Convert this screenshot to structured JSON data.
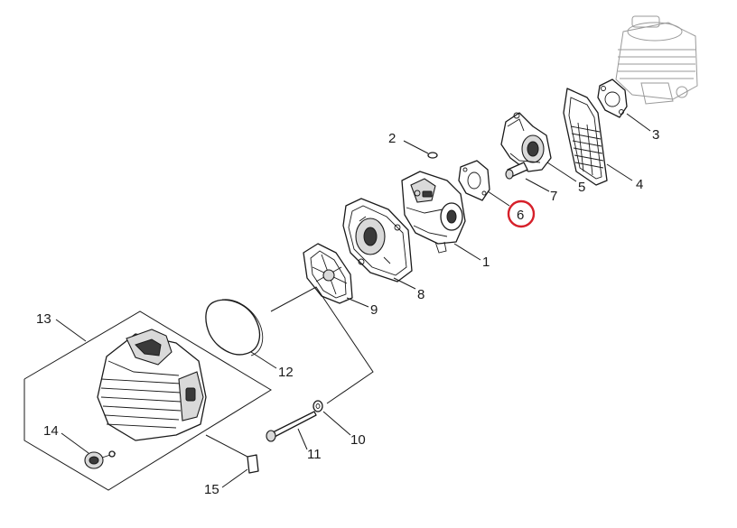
{
  "callouts": [
    {
      "id": "1",
      "label": "1"
    },
    {
      "id": "2",
      "label": "2"
    },
    {
      "id": "3",
      "label": "3"
    },
    {
      "id": "4",
      "label": "4"
    },
    {
      "id": "5",
      "label": "5"
    },
    {
      "id": "6",
      "label": "6"
    },
    {
      "id": "7",
      "label": "7"
    },
    {
      "id": "8",
      "label": "8"
    },
    {
      "id": "9",
      "label": "9"
    },
    {
      "id": "10",
      "label": "10"
    },
    {
      "id": "11",
      "label": "11"
    },
    {
      "id": "12",
      "label": "12"
    },
    {
      "id": "13",
      "label": "13"
    },
    {
      "id": "14",
      "label": "14"
    },
    {
      "id": "15",
      "label": "15"
    }
  ],
  "highlighted_callout": "6",
  "colors": {
    "line": "#1a1a1a",
    "highlight": "#d6202a",
    "ghost": "#9a9a9a"
  },
  "icons": {
    "ghost_part": "engine-cylinder-outline"
  }
}
